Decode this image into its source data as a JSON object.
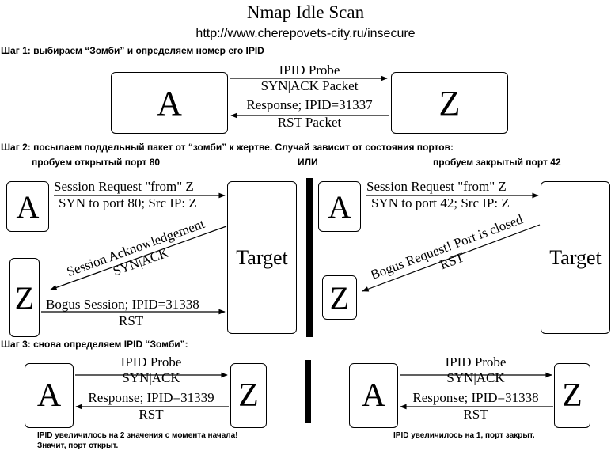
{
  "header": {
    "title": "Nmap Idle Scan",
    "url": "http://www.cherepovets-city.ru/insecure"
  },
  "step1": {
    "heading": "Шаг 1: выбираем “Зомби” и определяем номер его IPID",
    "node_a": "A",
    "node_z": "Z",
    "probe_line1": "IPID Probe",
    "probe_line2": "SYN|ACK Packet",
    "resp_line1": "Response; IPID=31337",
    "resp_line2": "RST Packet"
  },
  "step2": {
    "heading": "Шаг 2: посылаем поддельный пакет от “зомби” к жертве. Случай зависит от состояния портов:",
    "left_caption": "пробуем открытый порт 80",
    "or_caption": "ИЛИ",
    "right_caption": "пробуем закрытый порт 42",
    "left": {
      "node_a": "A",
      "node_z": "Z",
      "target": "Target",
      "req_line1": "Session Request \"from\" Z",
      "req_line2": "SYN to port 80; Src IP: Z",
      "ack_line1": "Session Acknowledgement",
      "ack_line2": "SYN|ACK",
      "bogus_line1": "Bogus Session; IPID=31338",
      "bogus_line2": "RST"
    },
    "right": {
      "node_a": "A",
      "node_z": "Z",
      "target": "Target",
      "req_line1": "Session Request \"from\" Z",
      "req_line2": "SYN to port 42; Src IP: Z",
      "bogus_line1": "Bogus Request! Port is closed",
      "bogus_line2": "RST"
    }
  },
  "step3": {
    "heading": "Шаг 3: снова определяем IPID “Зомби”:",
    "left": {
      "node_a": "A",
      "node_z": "Z",
      "probe_line1": "IPID Probe",
      "probe_line2": "SYN|ACK",
      "resp_line1": "Response; IPID=31339",
      "resp_line2": "RST",
      "conclusion_line1": "IPID увеличилось на 2 значения с момента начала!",
      "conclusion_line2": "Значит, порт открыт."
    },
    "right": {
      "node_a": "A",
      "node_z": "Z",
      "probe_line1": "IPID Probe",
      "probe_line2": "SYN|ACK",
      "resp_line1": "Response; IPID=31338",
      "resp_line2": "RST",
      "conclusion": "IPID увеличилось на 1, порт закрыт."
    }
  }
}
